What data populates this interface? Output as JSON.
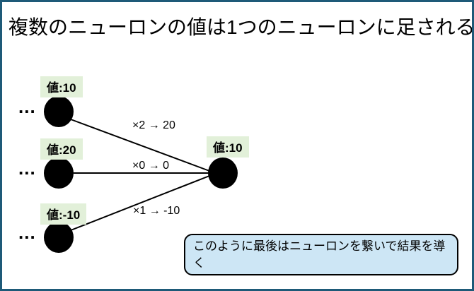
{
  "title": "複数のニューロンの値は1つのニューロンに足される",
  "diagram": {
    "ellipsis": "...",
    "input_neurons": [
      {
        "label": "値:10",
        "edge_label": "×2 → 20"
      },
      {
        "label": "値:20",
        "edge_label": "×0 → 0"
      },
      {
        "label": "値:-10",
        "edge_label": "×1 → -10"
      }
    ],
    "output_neuron": {
      "label": "値:10"
    }
  },
  "callout": {
    "text": "このように最後はニューロンを繋いで結果を導く"
  },
  "colors": {
    "frame_border": "#1e5a78",
    "label_bg": "#e2f0d9",
    "callout_bg": "#cde6f5",
    "neuron": "#000000",
    "line": "#000000"
  }
}
